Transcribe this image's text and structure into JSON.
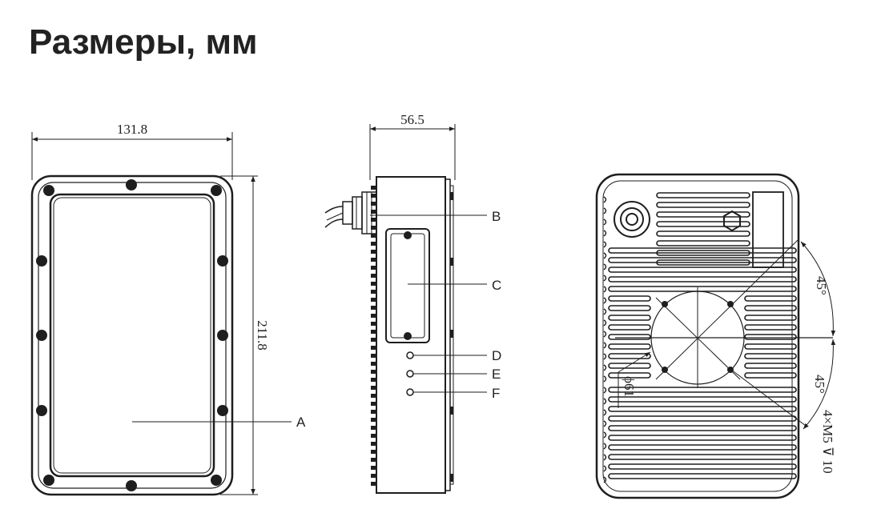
{
  "page": {
    "title": "Размеры, мм"
  },
  "front_view": {
    "width_label": "131.8",
    "height_label": "211.8",
    "callouts": [
      "A"
    ]
  },
  "side_view": {
    "depth_label": "56.5",
    "callouts": [
      "B",
      "C",
      "D",
      "E",
      "F"
    ]
  },
  "back_view": {
    "angle_top_label": "45°",
    "angle_bottom_label": "45°",
    "diameter_label": "ϕ61",
    "holes_label": "4×M5 ⊽ 10"
  },
  "colors": {
    "line": "#1e1e1e",
    "text": "#222222",
    "background": "#ffffff"
  }
}
